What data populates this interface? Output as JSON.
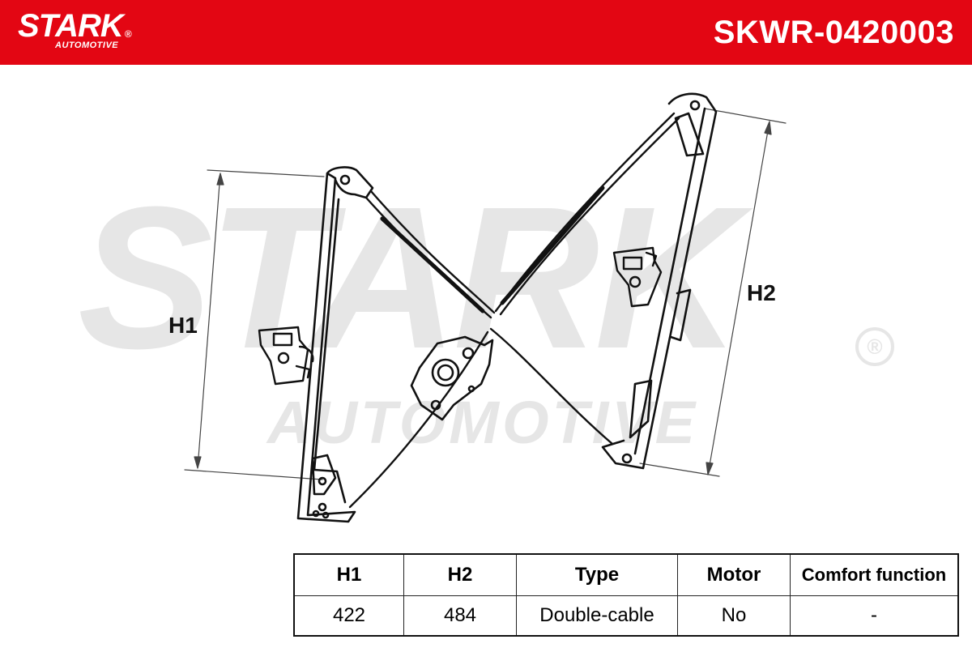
{
  "header": {
    "brand": "STARK",
    "brand_registered": "®",
    "brand_sub": "AUTOMOTIVE",
    "part_number": "SKWR-0420003",
    "color": "#e30613"
  },
  "watermark": {
    "main": "STARK",
    "sub": "AUTOMOTIVE",
    "registered": "®"
  },
  "drawing": {
    "dimension_h1_label": "H1",
    "dimension_h2_label": "H2"
  },
  "specs": {
    "headers": [
      "H1",
      "H2",
      "Type",
      "Motor",
      "Comfort function"
    ],
    "values": [
      "422",
      "484",
      "Double-cable",
      "No",
      "-"
    ]
  }
}
